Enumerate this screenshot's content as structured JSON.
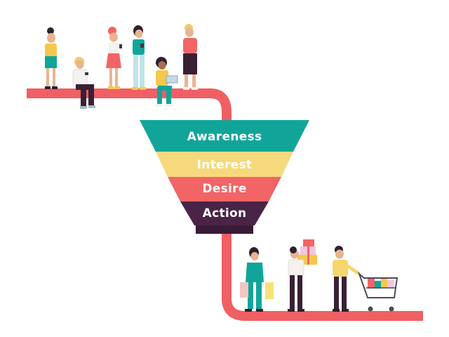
{
  "diagram": {
    "type": "marketing-funnel",
    "stages": [
      {
        "label": "Awareness",
        "color": "#11a59a"
      },
      {
        "label": "Interest",
        "color": "#f5d97c"
      },
      {
        "label": "Desire",
        "color": "#f26466"
      },
      {
        "label": "Action",
        "color": "#4a2446"
      }
    ],
    "path_color": "#ef5f63",
    "text_color": "#ffffff"
  },
  "people_top": [
    {
      "role": "woman-with-phone"
    },
    {
      "role": "man-sitting-with-phone"
    },
    {
      "role": "woman-with-phone-red-skirt"
    },
    {
      "role": "woman-with-phone-green-top"
    },
    {
      "role": "woman-sitting-with-laptop"
    },
    {
      "role": "man-thinking"
    }
  ],
  "people_bottom": [
    {
      "role": "woman-with-shopping-bags"
    },
    {
      "role": "man-carrying-gift-boxes"
    },
    {
      "role": "man-with-shopping-cart"
    }
  ]
}
